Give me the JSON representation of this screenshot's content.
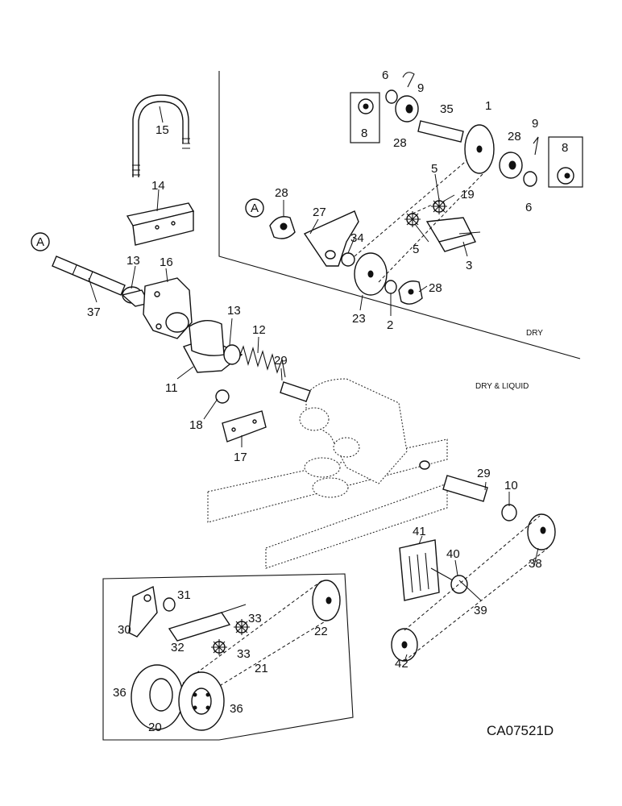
{
  "diagram": {
    "section_labels": {
      "dry": "DRY",
      "dry_liquid": "DRY & LIQUID"
    },
    "drawing_code": "CA07521D",
    "callout_letter": "A",
    "part_numbers": {
      "p1": "1",
      "p2": "2",
      "p3": "3",
      "p5a": "5",
      "p5b": "5",
      "p6a": "6",
      "p6b": "6",
      "p8a": "8",
      "p8b": "8",
      "p9a": "9",
      "p9b": "9",
      "p10": "10",
      "p11": "11",
      "p12": "12",
      "p13a": "13",
      "p13b": "13",
      "p14": "14",
      "p15": "15",
      "p16": "16",
      "p17": "17",
      "p18": "18",
      "p19": "19",
      "p20": "20",
      "p21": "21",
      "p22": "22",
      "p23": "23",
      "p27": "27",
      "p28a": "28",
      "p28b": "28",
      "p28c": "28",
      "p28d": "28",
      "p29a": "29",
      "p29b": "29",
      "p30": "30",
      "p31": "31",
      "p32": "32",
      "p33a": "33",
      "p33b": "33",
      "p34": "34",
      "p35": "35",
      "p36a": "36",
      "p36b": "36",
      "p37": "37",
      "p38": "38",
      "p39": "39",
      "p40": "40",
      "p41": "41",
      "p42": "42"
    }
  }
}
